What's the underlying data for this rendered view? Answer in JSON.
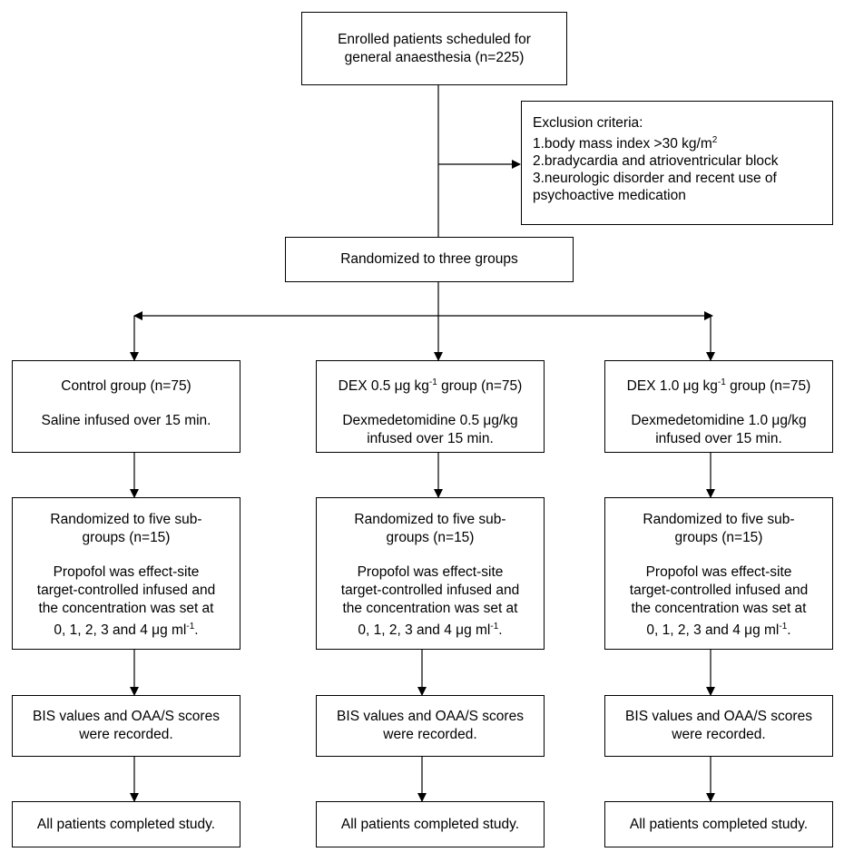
{
  "enrolled": {
    "line1": "Enrolled patients scheduled for",
    "line2": "general anaesthesia (n=225)"
  },
  "exclusion": {
    "title": "Exclusion criteria:",
    "item1_text": "1.body mass index >30 kg/m",
    "item1_sup": "2",
    "item2": "2.bradycardia and atrioventricular block",
    "item3_line1": "3.neurologic disorder and recent use of",
    "item3_line2": "psychoactive medication"
  },
  "randomized": "Randomized to three groups",
  "groups": [
    {
      "title_pre": "Control group (n=75)",
      "title_sup": "",
      "title_post": "",
      "infusion_line1": "Saline infused over 15 min.",
      "infusion_line2": "",
      "sub_line1": "Randomized to five sub-",
      "sub_line2": "groups (n=15)",
      "prop_line1": "Propofol was effect-site",
      "prop_line2": "target-controlled infused and",
      "prop_line3": "the concentration was set at",
      "prop_line4_pre": "0, 1, 2, 3 and 4 μg ml",
      "prop_line4_sup": "-1",
      "prop_line4_post": ".",
      "bis_line1": "BIS values and OAA/S scores",
      "bis_line2": "were recorded.",
      "completed": "All patients completed study."
    },
    {
      "title_pre": "DEX 0.5 μg kg",
      "title_sup": "-1",
      "title_post": " group (n=75)",
      "infusion_line1": "Dexmedetomidine 0.5 μg/kg",
      "infusion_line2": "infused over 15 min.",
      "sub_line1": "Randomized to five sub-",
      "sub_line2": "groups (n=15)",
      "prop_line1": "Propofol was effect-site",
      "prop_line2": "target-controlled infused and",
      "prop_line3": "the concentration was set at",
      "prop_line4_pre": "0, 1, 2, 3 and 4 μg ml",
      "prop_line4_sup": "-1",
      "prop_line4_post": ".",
      "bis_line1": "BIS values and OAA/S scores",
      "bis_line2": "were recorded.",
      "completed": "All patients completed study."
    },
    {
      "title_pre": "DEX 1.0 μg kg",
      "title_sup": "-1",
      "title_post": " group (n=75)",
      "infusion_line1": "Dexmedetomidine 1.0 μg/kg",
      "infusion_line2": "infused over 15 min.",
      "sub_line1": "Randomized to five sub-",
      "sub_line2": "groups (n=15)",
      "prop_line1": "Propofol was effect-site",
      "prop_line2": "target-controlled infused and",
      "prop_line3": "the concentration was set at",
      "prop_line4_pre": "0, 1, 2, 3 and 4 μg ml",
      "prop_line4_sup": "-1",
      "prop_line4_post": ".",
      "bis_line1": "BIS values and OAA/S scores",
      "bis_line2": "were recorded.",
      "completed": "All patients completed study."
    }
  ]
}
